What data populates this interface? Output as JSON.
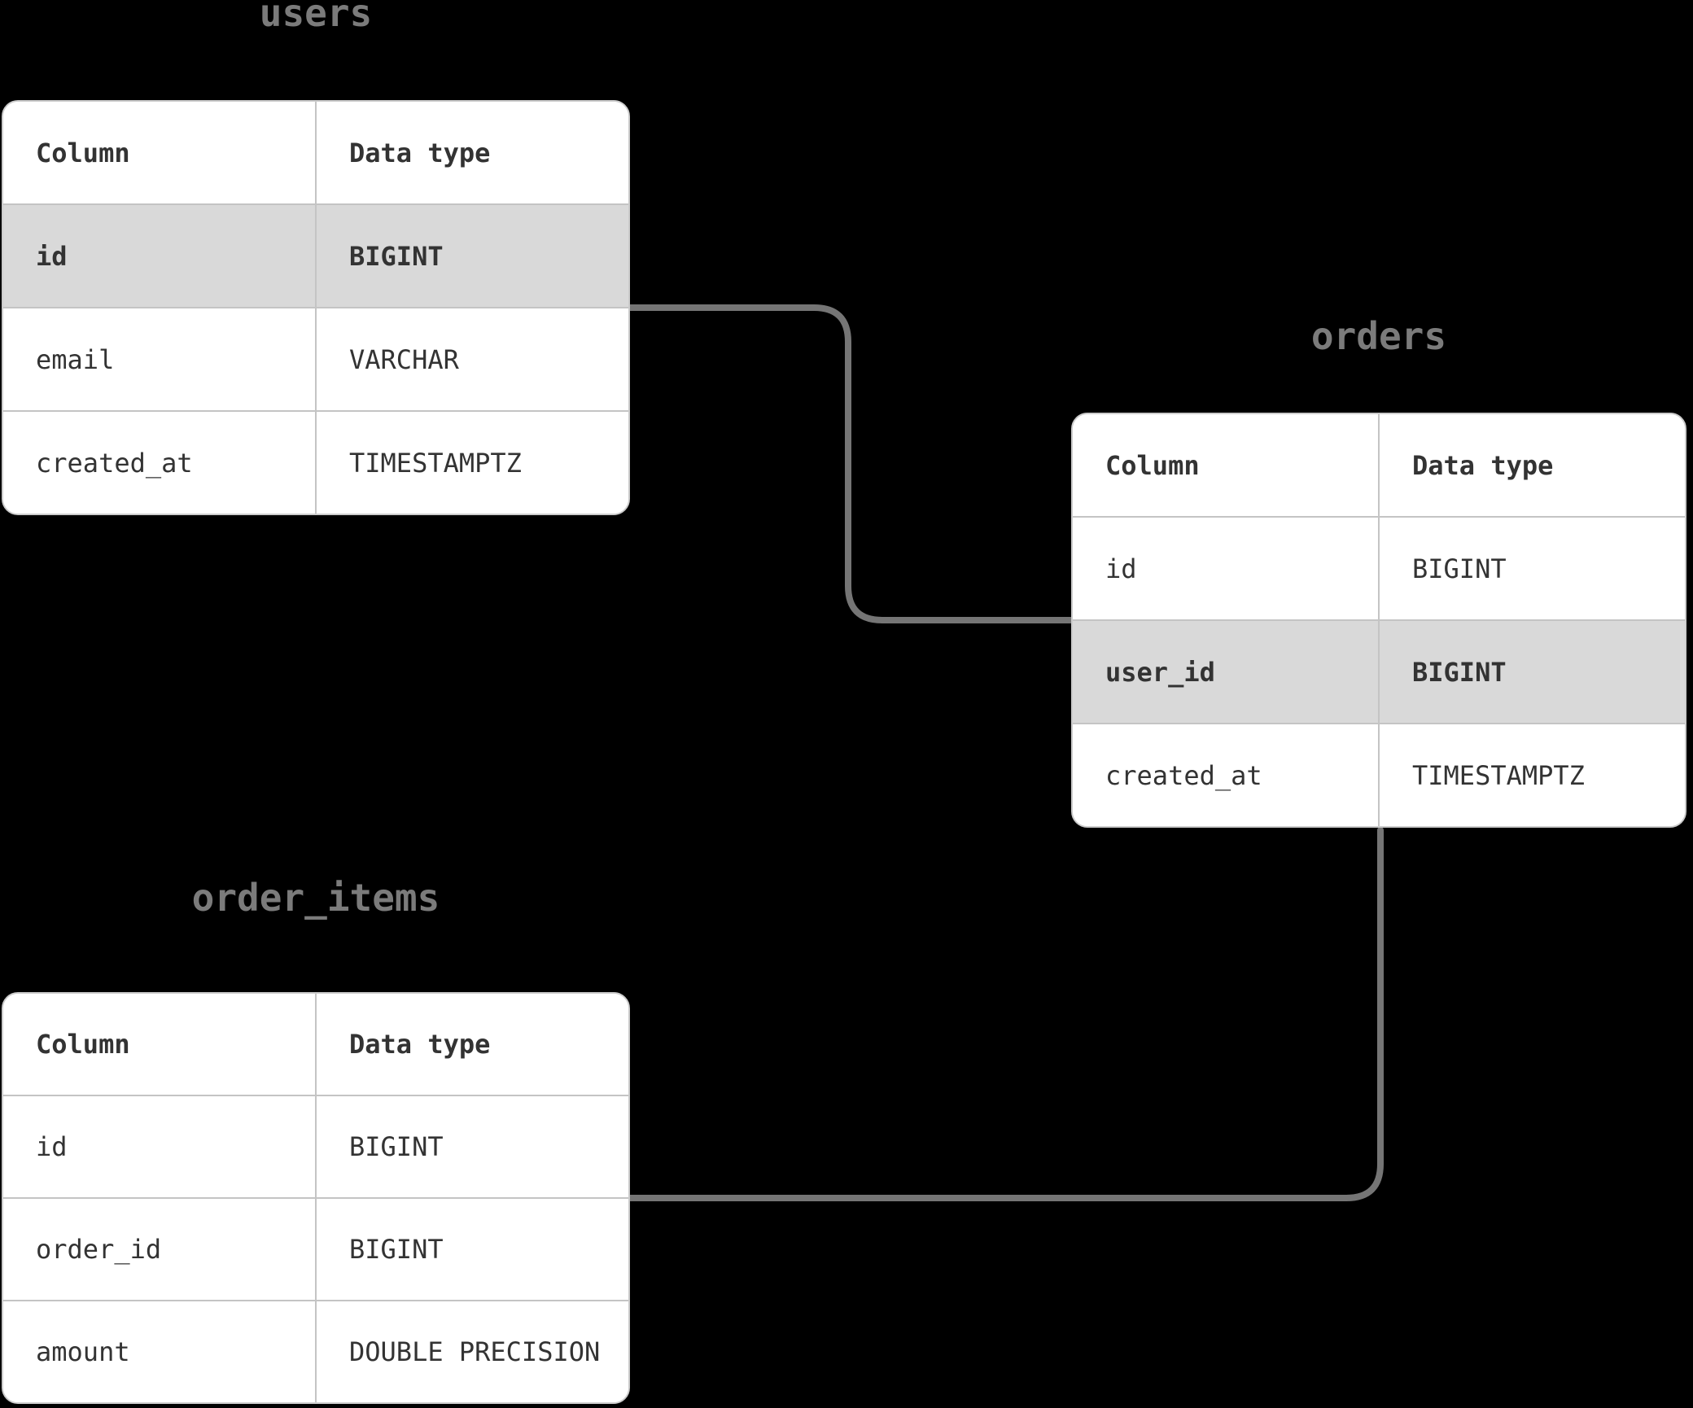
{
  "diagram_type": "database-schema-erd",
  "colors": {
    "background": "#000000",
    "card_bg": "#ffffff",
    "card_border": "#cccccc",
    "divider": "#c4c4c4",
    "highlight_row": "#d9d9d9",
    "text": "#333333",
    "title": "#7b7b7b",
    "connector": "#757575"
  },
  "tables": [
    {
      "name": "users",
      "title": "users",
      "headers": {
        "column": "Column",
        "type": "Data type"
      },
      "rows": [
        {
          "column": "id",
          "type": "BIGINT",
          "highlighted": true
        },
        {
          "column": "email",
          "type": "VARCHAR",
          "highlighted": false
        },
        {
          "column": "created_at",
          "type": "TIMESTAMPTZ",
          "highlighted": false
        }
      ]
    },
    {
      "name": "orders",
      "title": "orders",
      "headers": {
        "column": "Column",
        "type": "Data type"
      },
      "rows": [
        {
          "column": "id",
          "type": "BIGINT",
          "highlighted": false
        },
        {
          "column": "user_id",
          "type": "BIGINT",
          "highlighted": true
        },
        {
          "column": "created_at",
          "type": "TIMESTAMPTZ",
          "highlighted": false
        }
      ]
    },
    {
      "name": "order_items",
      "title": "order_items",
      "headers": {
        "column": "Column",
        "type": "Data type"
      },
      "rows": [
        {
          "column": "id",
          "type": "BIGINT",
          "highlighted": false
        },
        {
          "column": "order_id",
          "type": "BIGINT",
          "highlighted": false
        },
        {
          "column": "amount",
          "type": "DOUBLE PRECISION",
          "highlighted": false
        }
      ]
    }
  ],
  "connectors": [
    {
      "from": "users",
      "to": "orders"
    },
    {
      "from": "orders",
      "to": "order_items"
    }
  ]
}
